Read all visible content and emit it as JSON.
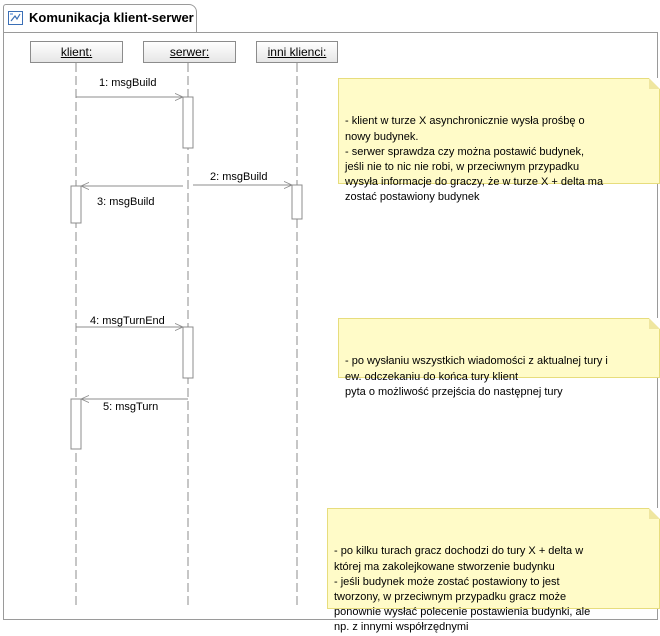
{
  "tab": {
    "title": "Komunikacja klient-serwer",
    "icon": "sequence-diagram-icon"
  },
  "lifelines": [
    {
      "label": "klient:"
    },
    {
      "label": "serwer:"
    },
    {
      "label": "inni klienci:"
    }
  ],
  "messages": [
    {
      "label": "1: msgBuild",
      "from": "klient:",
      "to": "serwer:"
    },
    {
      "label": "2: msgBuild",
      "from": "serwer:",
      "to": "inni klienci:"
    },
    {
      "label": "3: msgBuild",
      "from": "serwer:",
      "to": "klient:"
    },
    {
      "label": "4: msgTurnEnd",
      "from": "klient:",
      "to": "serwer:"
    },
    {
      "label": "5: msgTurn",
      "from": "serwer:",
      "to": "klient:"
    }
  ],
  "notes": [
    {
      "text": "- klient  w turze X asynchronicznie wysła prośbę o\nnowy budynek.\n- serwer sprawdza czy można postawić budynek,\njeśli nie to nic nie robi, w przeciwnym przypadku\nwysyła informacje do graczy, że w turze X + delta ma\nzostać postawiony budynek"
    },
    {
      "text": "- po wysłaniu wszystkich wiadomości z aktualnej tury i\new. odczekaniu do końca tury klient\npyta o możliwość przejścia do następnej tury"
    },
    {
      "text": "- po kilku turach gracz dochodzi do tury X + delta w\nktórej ma zakolejkowane stworzenie budynku\n- jeśli budynek może zostać postawiony to jest\ntworzony, w przeciwnym przypadku gracz może\nponownie wysłać polecenie postawienia budynki, ale\nnp. z innymi współrzędnymi"
    }
  ],
  "colors": {
    "note_fill": "#fffbc8",
    "note_border": "#e7dd7d",
    "line": "#8c8c8c"
  }
}
